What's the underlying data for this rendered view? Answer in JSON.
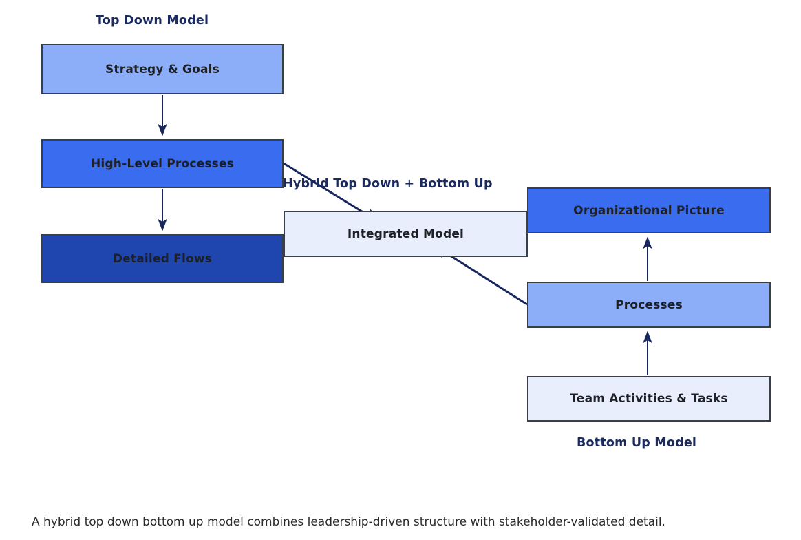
{
  "diagram": {
    "groups": {
      "top_down": {
        "title": "Top Down Model"
      },
      "bottom_up": {
        "title": "Bottom Up Model"
      }
    },
    "edge_labels": {
      "hybrid": "Hybrid Top Down + Bottom Up"
    },
    "nodes": {
      "strategy": {
        "label": "Strategy & Goals",
        "fill": "#8caef8"
      },
      "high_level_processes": {
        "label": "High-Level Processes",
        "fill": "#3a6cf0"
      },
      "detailed_flows": {
        "label": "Detailed Flows",
        "fill": "#1f46ae"
      },
      "integrated_model": {
        "label": "Integrated Model",
        "fill": "#e8eefb"
      },
      "organizational_picture": {
        "label": "Organizational Picture",
        "fill": "#3a6cf0"
      },
      "processes": {
        "label": "Processes",
        "fill": "#8caef8"
      },
      "team_activities": {
        "label": "Team Activities & Tasks",
        "fill": "#e8eefb"
      }
    },
    "caption": "A hybrid top down bottom up model combines leadership-driven structure with stakeholder-validated detail.",
    "colors": {
      "arrow": "#17265c",
      "title_text": "#1a2a5e",
      "node_border": "#3a3f47",
      "node_text": "#1d2026",
      "caption_text": "#2b2b2b",
      "background": "#ffffff"
    }
  }
}
